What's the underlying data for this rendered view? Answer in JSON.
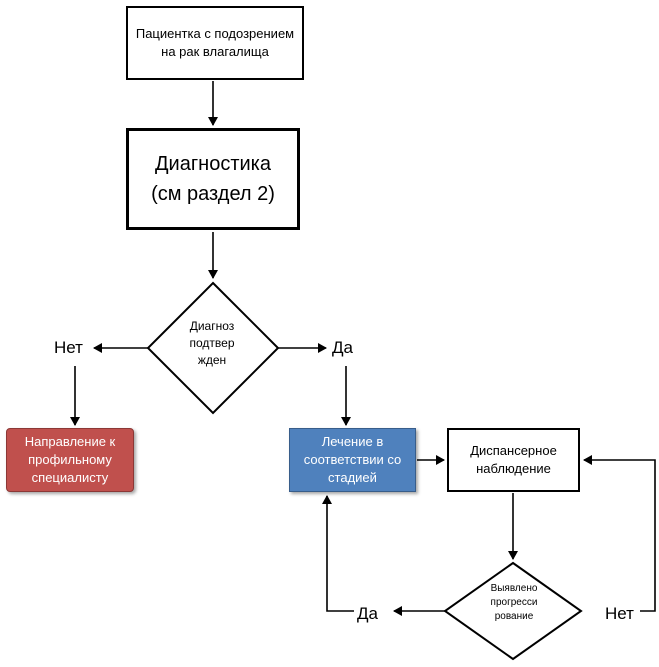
{
  "nodes": {
    "start": "Пациентка с подозрением\nна рак влагалища",
    "diagnostics": "Диагностика\n(см раздел 2)",
    "decision_confirmed": "Диагноз\nподтвер\nжден",
    "referral": "Направление к\nпрофильному\nспециалисту",
    "treatment": "Лечение в\nсоответствии со\nстадией",
    "followup": "Диспансерное\nнаблюдение",
    "decision_progression": "Выявлено\nпрогресси\nрование"
  },
  "edge_labels": {
    "no_left": "Нет",
    "yes_right": "Да",
    "yes_bottom": "Да",
    "no_bottom": "Нет"
  },
  "colors": {
    "referral_fill": "#c0504d",
    "treatment_fill": "#4f81bd",
    "line": "#000000"
  }
}
